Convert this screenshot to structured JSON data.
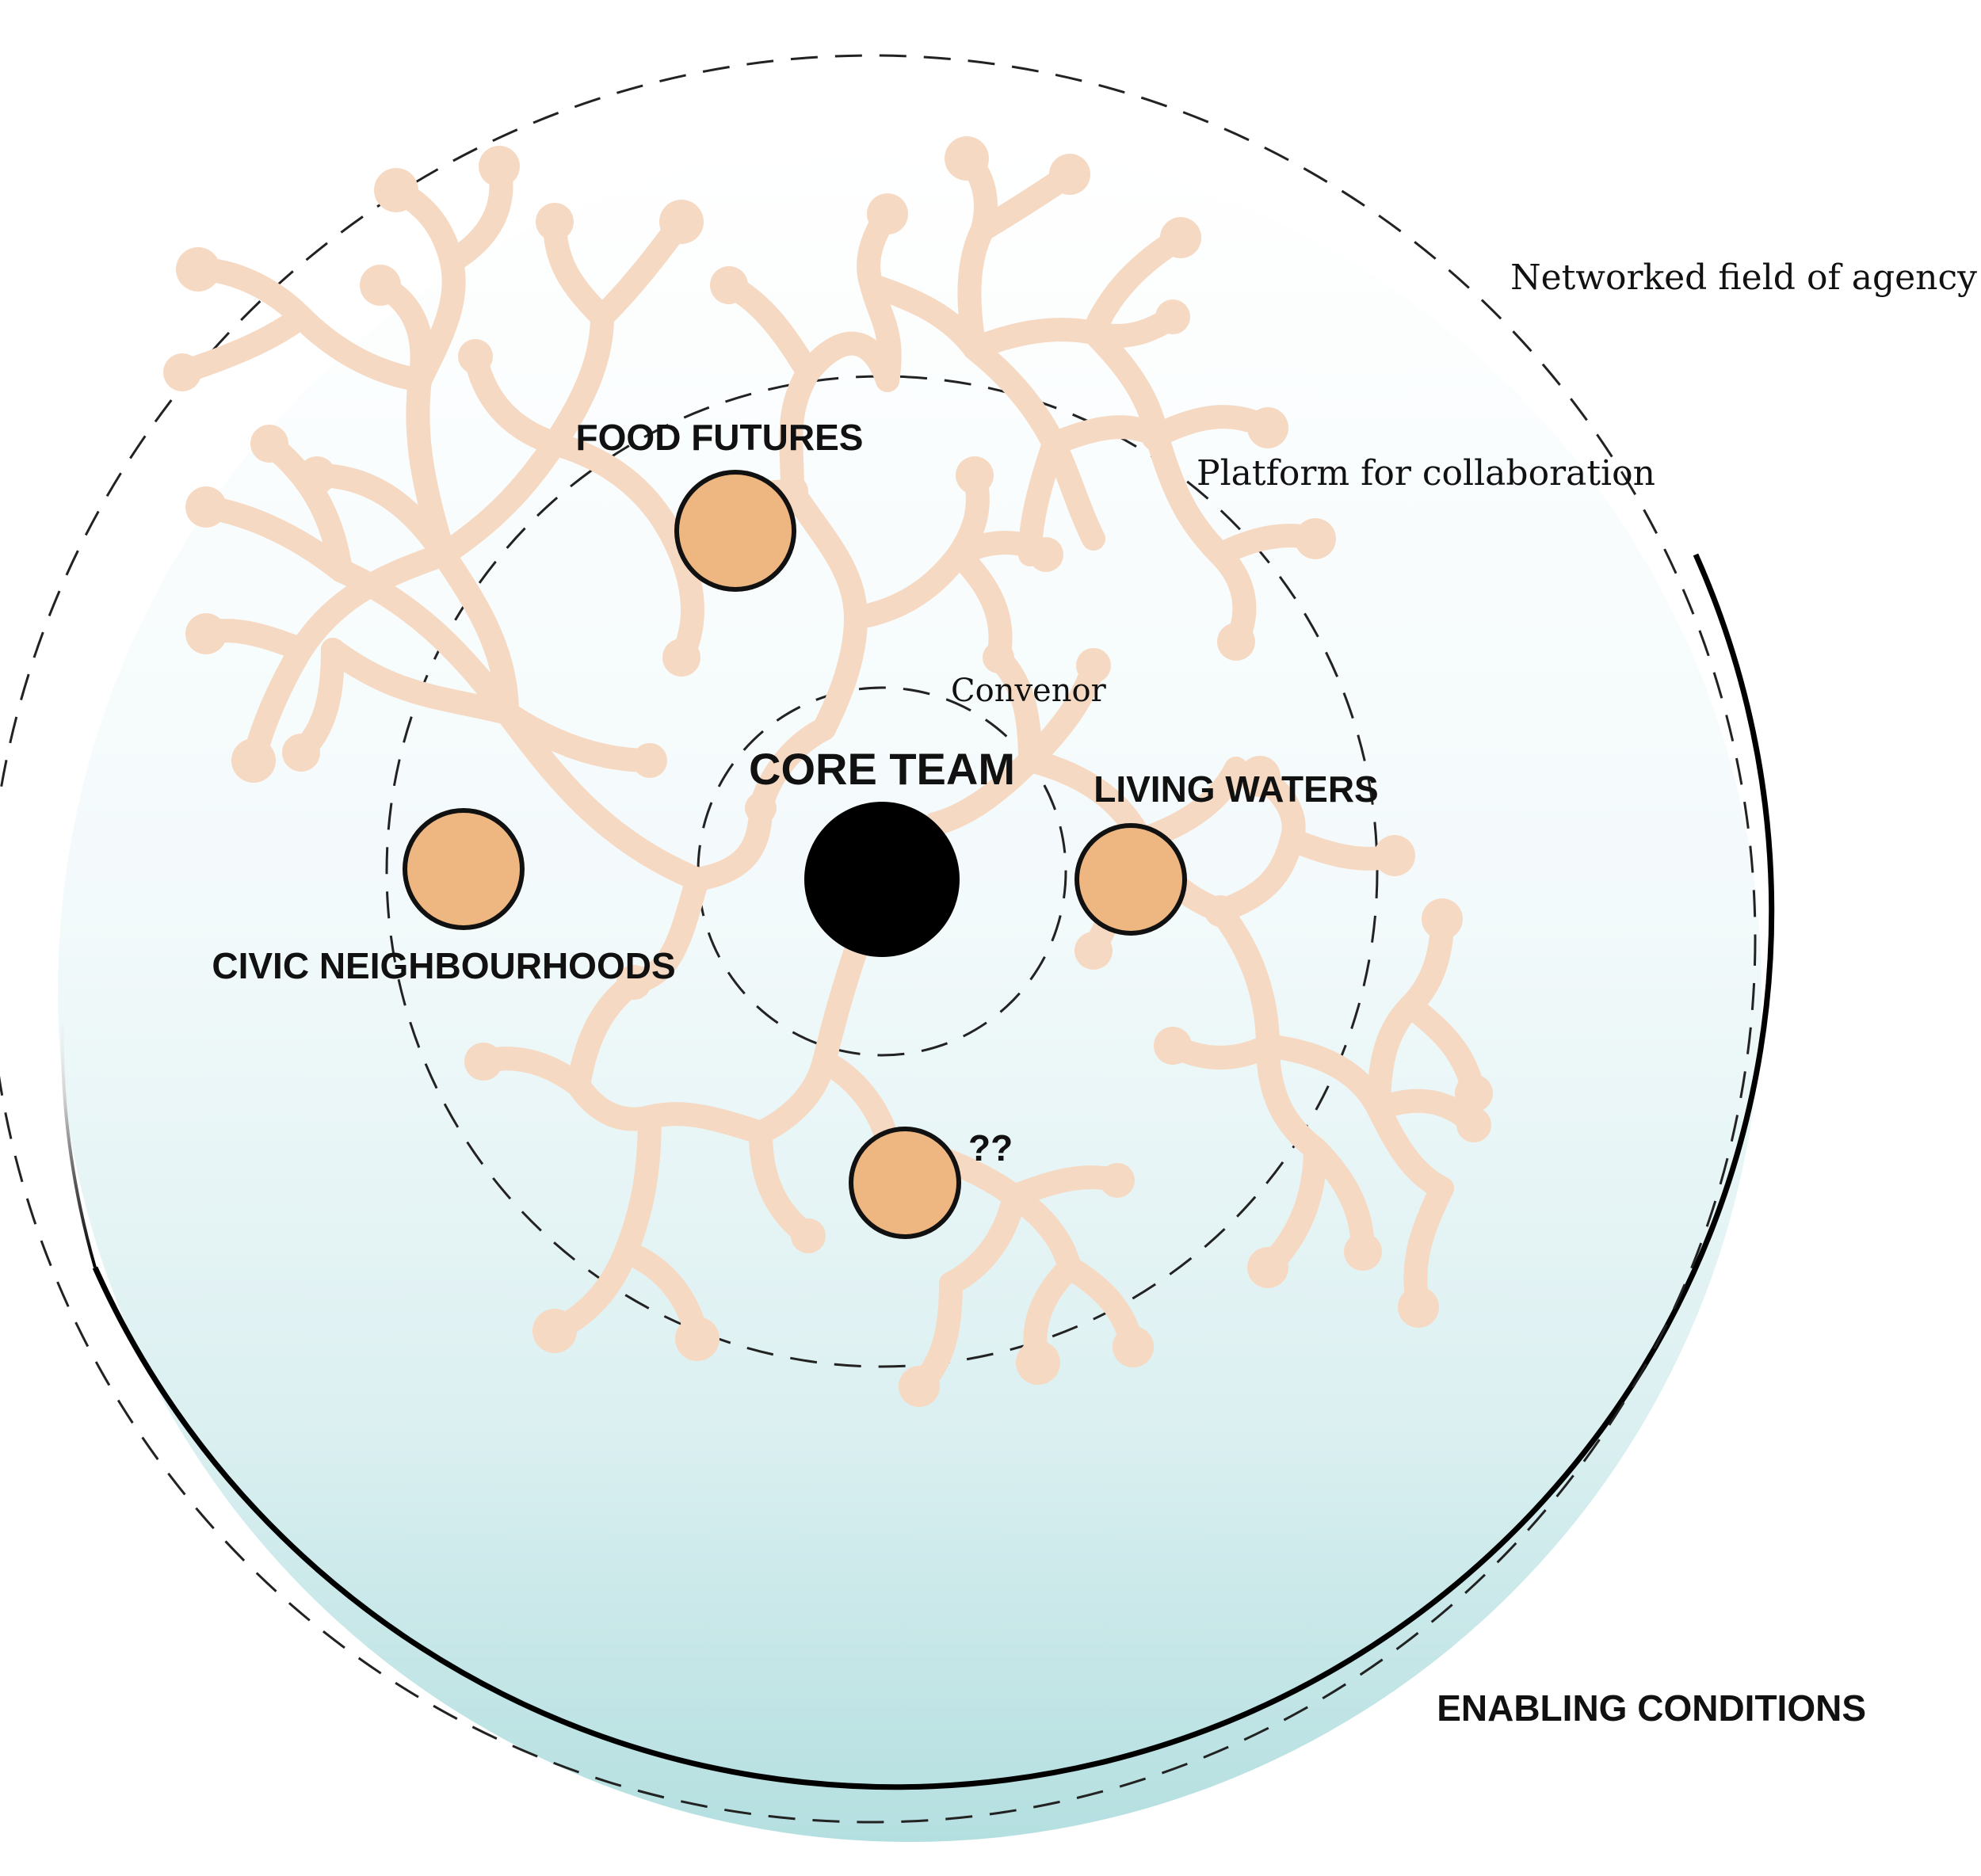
{
  "diagram": {
    "rings": {
      "outer": "Networked field of agency",
      "middle": "Platform for collaboration",
      "inner": "Convenor"
    },
    "center": "CORE TEAM",
    "nodes": {
      "top": "FOOD FUTURES",
      "left": "CIVIC NEIGHBOURHOODS",
      "right": "LIVING WATERS",
      "bottom": "??"
    },
    "base": "ENABLING CONDITIONS"
  },
  "colors": {
    "network": "#f6d9c3",
    "node_fill": "#eeb781",
    "core_fill": "#000000",
    "base_gradient_top": "#ffffff",
    "base_gradient_bottom": "#b4dfe0",
    "outline": "#111111"
  }
}
